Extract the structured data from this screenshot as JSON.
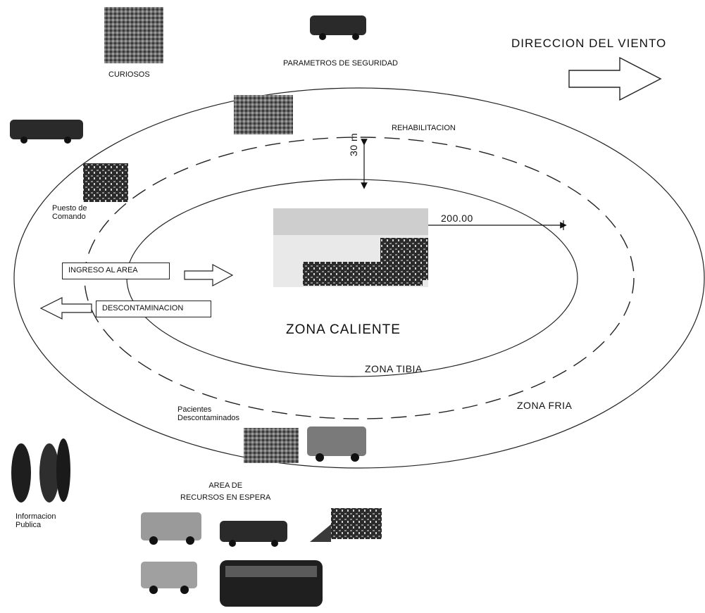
{
  "title": "DIRECCION DEL VIENTO",
  "labels": {
    "curiosos": "CURIOSOS",
    "parametros": "PARAMETROS DE SEGURIDAD",
    "rehabilitacion": "REHABILITACION",
    "puesto": "Puesto de\nComando",
    "ingreso": "INGRESO AL AREA",
    "descontaminacion": "DESCONTAMINACION",
    "zona_caliente": "ZONA CALIENTE",
    "zona_tibia": "ZONA TIBIA",
    "zona_fria": "ZONA FRIA",
    "pacientes": "Pacientes\nDescontaminados",
    "area_espera": "AREA DE\nRECURSOS EN ESPERA",
    "informacion": "Informacion\nPublica",
    "dist_30": "30 m",
    "dist_200": "200.00"
  },
  "icons": [
    "crowd-photo",
    "truck-photo",
    "pickup-photo",
    "rehab-photo",
    "command-photo",
    "fire-photo",
    "patients-photo",
    "ambulance-photo",
    "people-photo",
    "ambulance2-photo",
    "truck2-photo",
    "excavator-photo",
    "van-photo",
    "bus-photo"
  ]
}
